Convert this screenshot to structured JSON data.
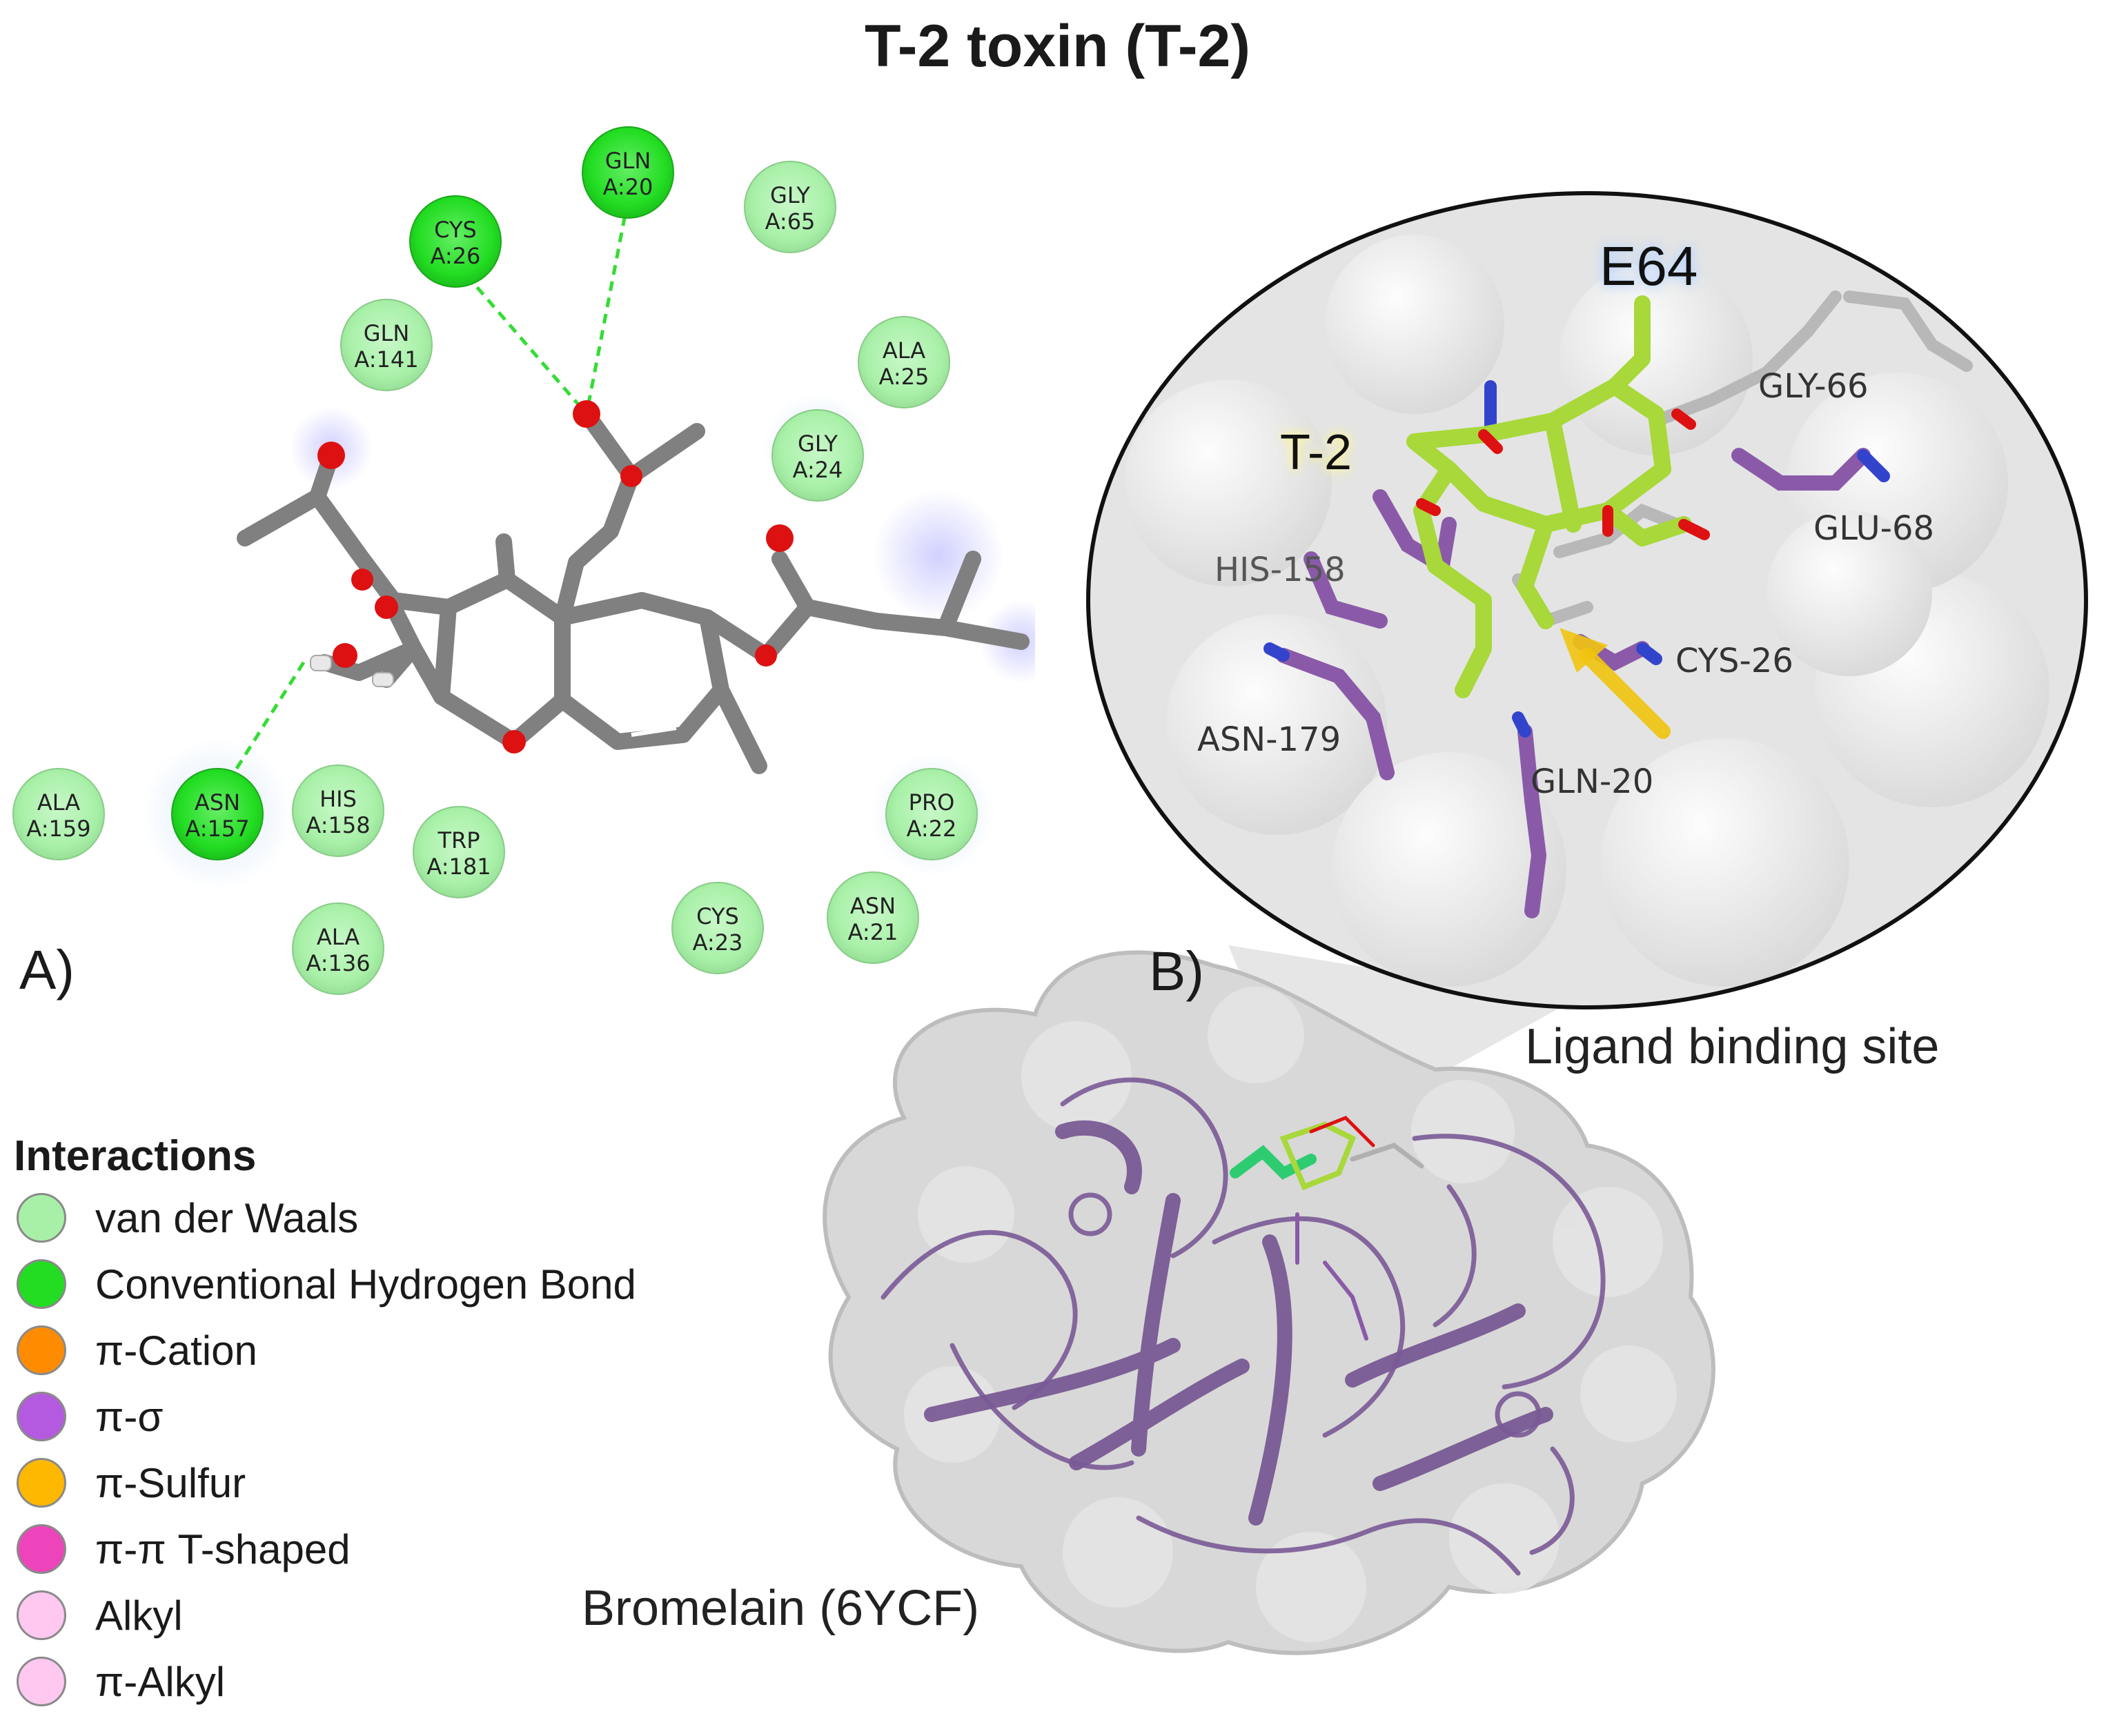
{
  "title": "T-2 toxin (T-2)",
  "panel_a": {
    "label": "A)",
    "residues": [
      {
        "name": "GLN",
        "pos": "A:20",
        "type": "hbond"
      },
      {
        "name": "CYS",
        "pos": "A:26",
        "type": "hbond"
      },
      {
        "name": "GLY",
        "pos": "A:65",
        "type": "vdw"
      },
      {
        "name": "GLN",
        "pos": "A:141",
        "type": "vdw"
      },
      {
        "name": "ALA",
        "pos": "A:25",
        "type": "vdw"
      },
      {
        "name": "GLY",
        "pos": "A:24",
        "type": "vdw"
      },
      {
        "name": "ALA",
        "pos": "A:159",
        "type": "vdw"
      },
      {
        "name": "ASN",
        "pos": "A:157",
        "type": "hbond"
      },
      {
        "name": "HIS",
        "pos": "A:158",
        "type": "vdw"
      },
      {
        "name": "TRP",
        "pos": "A:181",
        "type": "vdw"
      },
      {
        "name": "ALA",
        "pos": "A:136",
        "type": "vdw"
      },
      {
        "name": "PRO",
        "pos": "A:22",
        "type": "vdw"
      },
      {
        "name": "CYS",
        "pos": "A:23",
        "type": "vdw"
      },
      {
        "name": "ASN",
        "pos": "A:21",
        "type": "vdw"
      }
    ]
  },
  "panel_b": {
    "label": "B)",
    "ligand_label": "T-2",
    "reference_label": "E64",
    "residue_labels": [
      "GLY-66",
      "GLU-68",
      "HIS-158",
      "CYS-26",
      "ASN-179",
      "GLN-20"
    ],
    "site_label": "Ligand binding site",
    "protein_label": "Bromelain (6YCF)"
  },
  "legend": {
    "title": "Interactions",
    "items": [
      {
        "label": "van der Waals",
        "color": "#a8f0a8"
      },
      {
        "label": "Conventional Hydrogen Bond",
        "color": "#22dd22"
      },
      {
        "label": "π-Cation",
        "color": "#ff8c00"
      },
      {
        "label": "π-σ",
        "color": "#b45ae0"
      },
      {
        "label": "π-Sulfur",
        "color": "#ffb800"
      },
      {
        "label": "π-π T-shaped",
        "color": "#ee44bb"
      },
      {
        "label": "Alkyl",
        "color": "#ffc8f0"
      },
      {
        "label": "π-Alkyl",
        "color": "#ffc8f0"
      }
    ]
  },
  "colors": {
    "vdw": "#a8f0a8",
    "hbond": "#22dd22",
    "ligand_carbon": "#808080",
    "oxygen": "#dd1111",
    "residue_stick": "#8a5aa8",
    "ligand_green": "#a8d83a",
    "ribbon": "#7a5a96",
    "surface": "#d6d6d6"
  }
}
